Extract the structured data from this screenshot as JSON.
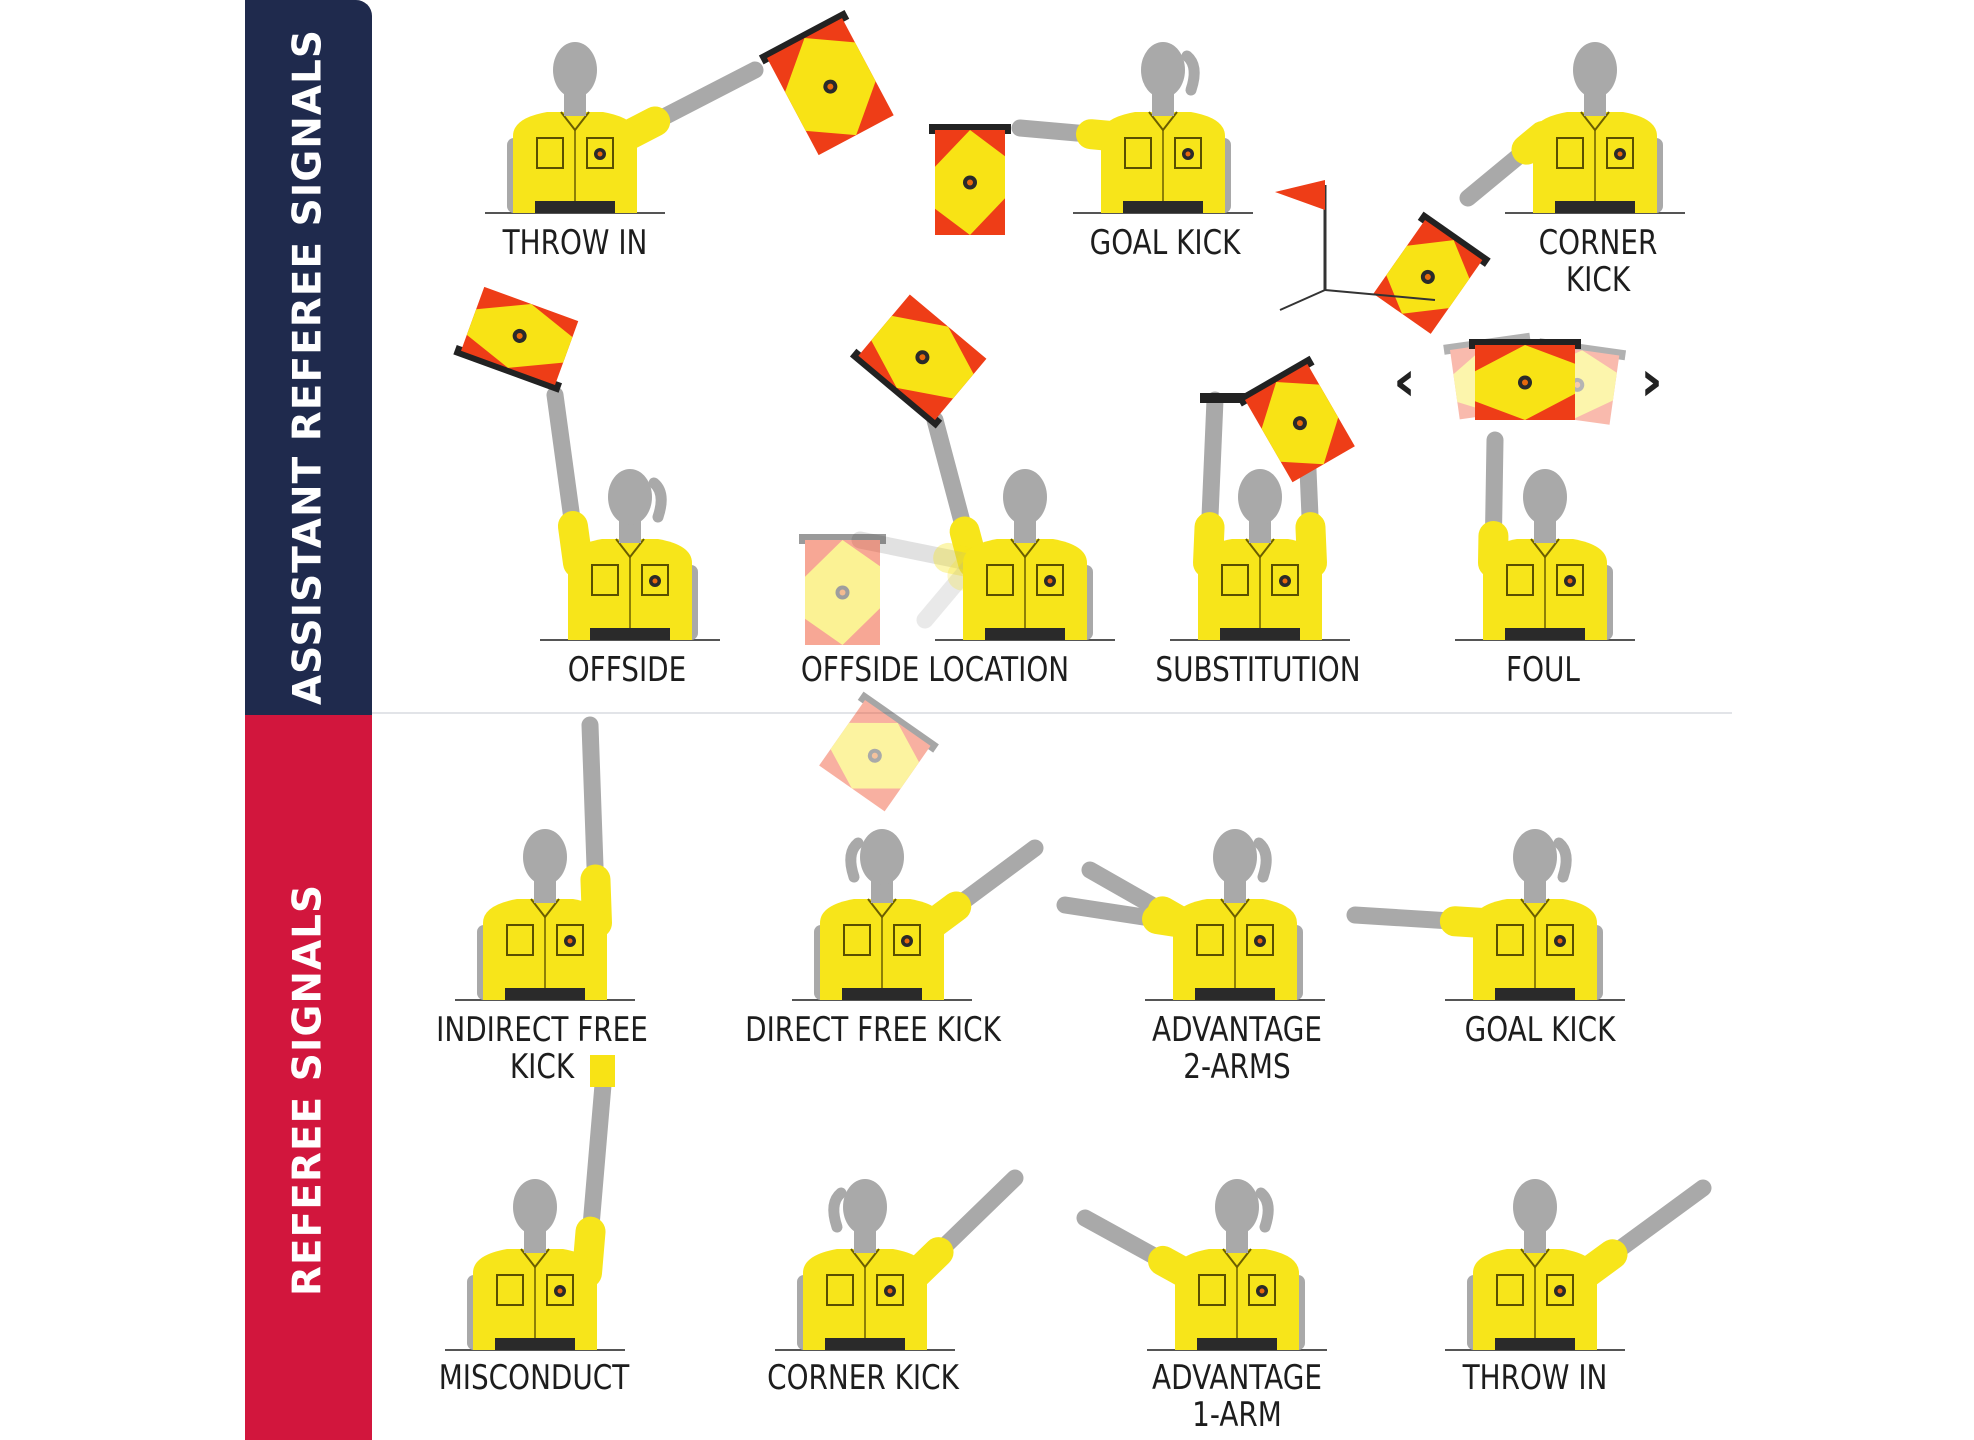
{
  "colors": {
    "navy": "#1f2a4d",
    "crimson": "#d2163d",
    "jersey": "#f7e51a",
    "skin": "#a9a9a9",
    "flag_red": "#ee3d17",
    "flag_yellow": "#f8e315"
  },
  "sections": {
    "assistant": {
      "title": "ASSISTANT REFEREE SIGNALS"
    },
    "referee": {
      "title": "REFEREE SIGNALS"
    }
  },
  "assistant_signals": [
    {
      "label": "THROW IN"
    },
    {
      "label": "GOAL KICK"
    },
    {
      "label": "CORNER KICK"
    },
    {
      "label": "OFFSIDE"
    },
    {
      "label": "OFFSIDE LOCATION"
    },
    {
      "label": "SUBSTITUTION"
    },
    {
      "label": "FOUL"
    }
  ],
  "referee_signals": [
    {
      "label": "INDIRECT FREE\nKICK"
    },
    {
      "label": "DIRECT FREE KICK"
    },
    {
      "label": "ADVANTAGE\n2-ARMS"
    },
    {
      "label": "GOAL KICK"
    },
    {
      "label": "MISCONDUCT"
    },
    {
      "label": "CORNER KICK"
    },
    {
      "label": "ADVANTAGE\n1-ARM"
    },
    {
      "label": "THROW IN"
    }
  ],
  "icons": {
    "arrow_left": "‹",
    "arrow_right": "›"
  }
}
